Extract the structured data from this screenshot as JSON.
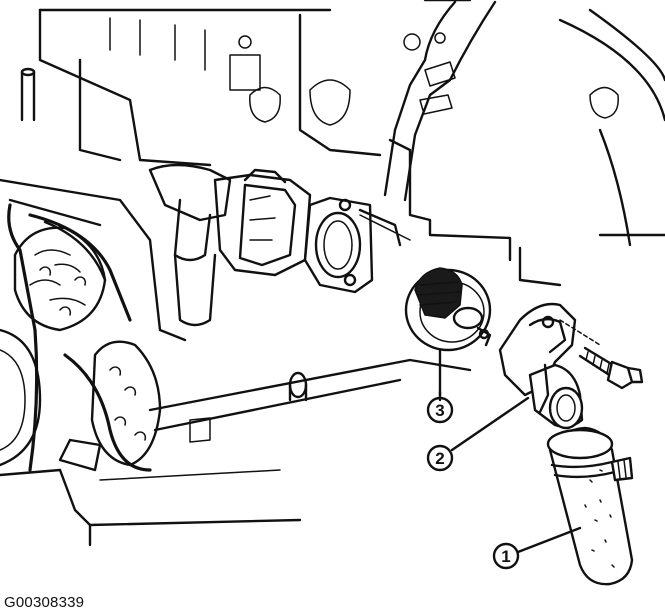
{
  "figure_id": "G00308339",
  "callouts": [
    {
      "number": "1",
      "part": "radiator-hose"
    },
    {
      "number": "2",
      "part": "thermostat-housing"
    },
    {
      "number": "3",
      "part": "thermostat"
    }
  ]
}
